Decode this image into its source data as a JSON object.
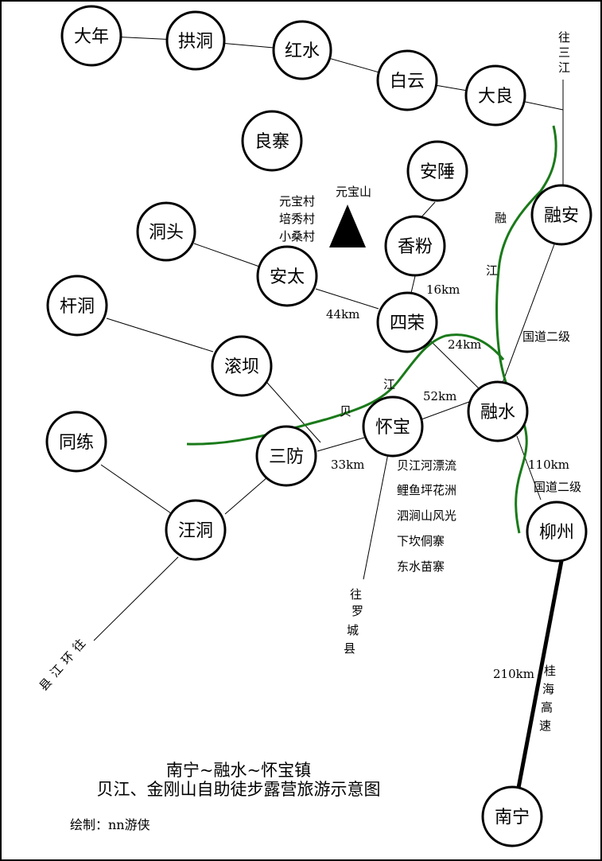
{
  "map": {
    "title_line1": "南宁~融水~怀宝镇",
    "title_line2": "贝江、金刚山自助徒步露营旅游示意图",
    "credit": "绘制：nn游侠",
    "river_color": "#1a7a1a",
    "towns": {
      "danian": "大年",
      "gongdong": "拱洞",
      "hongshui": "红水",
      "baiyun": "白云",
      "daliang": "大良",
      "liangzhai": "良寨",
      "anchui": "安陲",
      "rongan": "融安",
      "dongtou": "洞头",
      "antai": "安太",
      "xiangfen": "香粉",
      "gandong": "杆洞",
      "sirong": "四荣",
      "gunba": "滚坝",
      "huaibao": "怀宝",
      "rongshui": "融水",
      "tonglian": "同练",
      "sanfang": "三防",
      "wangdong": "汪洞",
      "liuzhou": "柳州",
      "nanning": "南宁"
    },
    "labels": {
      "to_sanjiang": "往三江",
      "yuanbaoshan": "元宝山",
      "villages": [
        "元宝村",
        "培秀村",
        "小桑村"
      ],
      "rongjiang_1": "融",
      "rongjiang_2": "江",
      "beijiang_1": "贝",
      "beijiang_2": "江",
      "guodao_1": "国道二级",
      "guodao_2": "国道二级",
      "d16": "16km",
      "d44": "44km",
      "d24": "24km",
      "d52": "52km",
      "d33": "33km",
      "d110": "110km",
      "d210": "210km",
      "guihai": "桂海高速",
      "to_luocheng": "往罗城县",
      "to_huanjiang": "往环江县"
    },
    "attractions": [
      "贝江河漂流",
      "鲤鱼坪花洲",
      "泗涧山风光",
      "下坎侗寨",
      "东水苗寨"
    ]
  }
}
